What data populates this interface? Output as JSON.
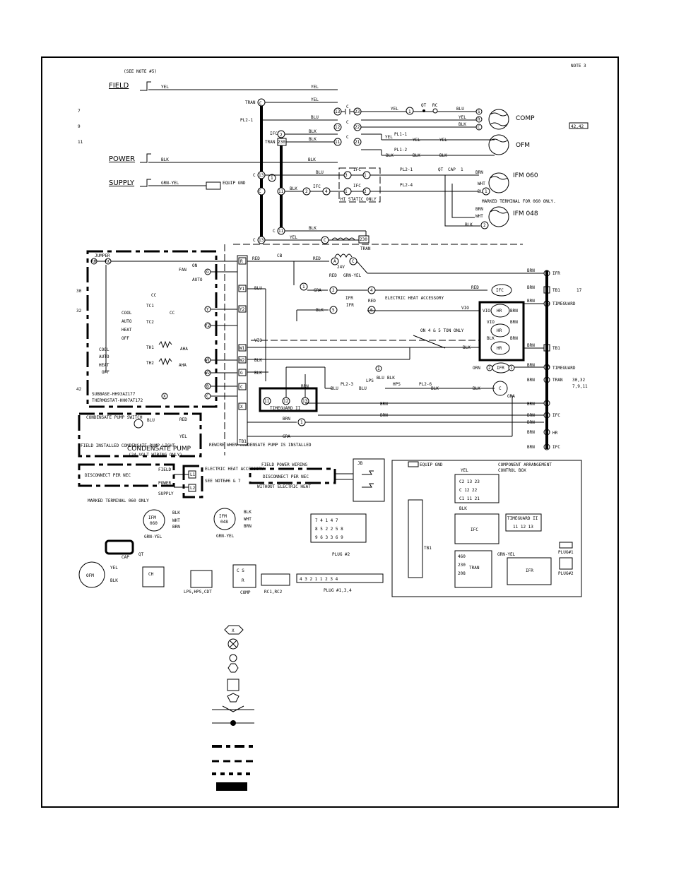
{
  "notes": {
    "see_note5": "(SEE NOTE #5)",
    "note3": "NOTE 3",
    "ref_42": "42,42"
  },
  "margin_numbers": {
    "m7": "7",
    "m9": "9",
    "m11": "11",
    "m30": "30",
    "m32": "32",
    "m42": "42",
    "m17": "17",
    "m3032": "30,32",
    "m7911": "7,9,11"
  },
  "supply": {
    "field": "FIELD",
    "power": "POWER",
    "supply": "SUPPLY",
    "equip_gnd": "EQUIP GND"
  },
  "wires": {
    "yel": "YEL",
    "blk": "BLK",
    "blu": "BLU",
    "brn": "BRN",
    "wht": "WHT",
    "red": "RED",
    "gra": "GRA",
    "vio": "VIO",
    "orn": "ORN",
    "grn_yel": "GRN-YEL",
    "tran": "TRAN",
    "pl2_1": "PL2-1",
    "pl1_1": "PL1-1",
    "pl1_2": "PL1-2",
    "pl2_3": "PL2-3",
    "pl2_4": "PL2-4",
    "pl2_6": "PL2-6"
  },
  "components": {
    "comp": "COMP",
    "ofm": "OFM",
    "ifm060": "IFM 060",
    "ifm048": "IFM 048",
    "ifc": "IFC",
    "qt": "QT",
    "rc": "RC",
    "cap": "CAP",
    "hi_static": "HI STATIC ONLY",
    "marked_terminal": "MARKED TERMINAL FOR 060 ONLY.",
    "cb": "CB",
    "v24": "24V",
    "ifr": "IFR",
    "tb1": "TB1",
    "timeguard": "TIMEGUARD",
    "timeguard2": "TIMEGUARD II",
    "elec_heat_acc": "ELECTRIC HEAT ACCESSORY",
    "hr": "HR",
    "on45": "ON 4 & 5 TON ONLY",
    "lps": "LPS",
    "hps": "HPS",
    "c": "C"
  },
  "thermostat": {
    "jumper": "JUMPER",
    "fan": "FAN",
    "on": "ON",
    "auto": "AUTO",
    "cc": "CC",
    "tc1": "TC1",
    "tc2": "TC2",
    "cool": "COOL",
    "heat": "HEAT",
    "off": "OFF",
    "th1": "TH1",
    "th2": "TH2",
    "aha": "AHA",
    "subbase": "SUBBASE-HH93AZ177",
    "tstat": "THERMOSTAT-HH07AT172"
  },
  "condensate": {
    "pump_switch": "CONDENSATE PUMP SWITCH",
    "field_installed": "FIELD INSTALLED CONDENSATE PUMP LIGHT",
    "pump": "CONDENSATE PUMP",
    "pump_note": "(24 VOLT WIRING ONLY)",
    "rewire": "REWIRE WHEN CONDENSATE PUMP IS INSTALLED"
  },
  "disconnect": {
    "per_nec": "DISCONNECT PER NEC",
    "field": "FIELD",
    "power": "POWER",
    "supply": "SUPPLY",
    "elec_heat_acc": "ELECTRIC HEAT ACCESSORY",
    "see_note": "SEE NOTE#6 & 7",
    "field_power_wiring": "FIELD POWER WIRING",
    "without_heat": "WITHOUT ELECTRIC HEAT",
    "marked_terminal_060": "MARKED TERMINAL 060 ONLY"
  },
  "control_box": {
    "title1": "COMPONENT ARRANGEMENT",
    "title2": "CONTROL BOX",
    "equip_gnd": "EQUIP GND",
    "plug1": "PLUG#1",
    "plug2": "PLUG#2",
    "timeguard2": "TIMEGUARD II"
  },
  "lower": {
    "plug2": "PLUG #2",
    "plug134": "PLUG #1,3,4",
    "ch": "CH",
    "lps_hps_cdt": "LPS,HPS,CDT",
    "comp": "COMP",
    "rc1rc2": "RC1,RC2",
    "cap": "CAP",
    "qt": "QT"
  },
  "legend": {
    "x": "X"
  }
}
